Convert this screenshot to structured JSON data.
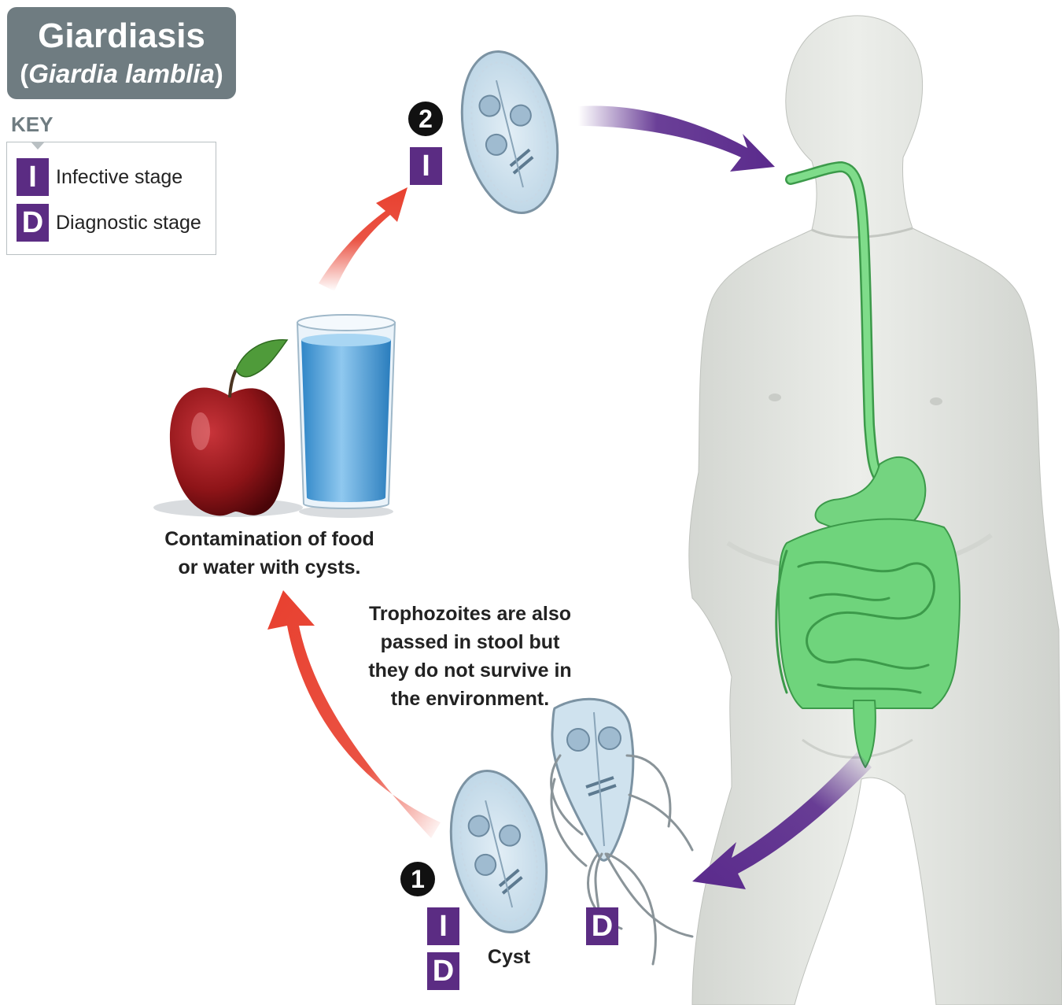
{
  "title": {
    "main": "Giardiasis",
    "open_paren": "(",
    "species": "Giardia lamblia",
    "close_paren": ")"
  },
  "key": {
    "heading": "KEY",
    "items": [
      {
        "badge": "I",
        "label": "Infective stage"
      },
      {
        "badge": "D",
        "label": "Diagnostic stage"
      }
    ]
  },
  "stages": {
    "step1": {
      "number": "1",
      "badges": [
        "I",
        "D"
      ],
      "label": "Cyst"
    },
    "step2": {
      "number": "2",
      "badge": "I"
    },
    "trophozoite": {
      "badge": "D"
    }
  },
  "captions": {
    "contamination": [
      "Contamination of food",
      "or water with cysts."
    ],
    "trophozoites": [
      "Trophozoites are also",
      "passed in stool but",
      "they do not survive in",
      "the environment."
    ]
  },
  "colors": {
    "badge": "#5b2c83",
    "red_arrow": "#e8402f",
    "purple_arrow": "#5a2a8c",
    "digestive_tract": "#6fd47c",
    "body": "#e3e5e1",
    "title_box": "#6f7c81"
  }
}
